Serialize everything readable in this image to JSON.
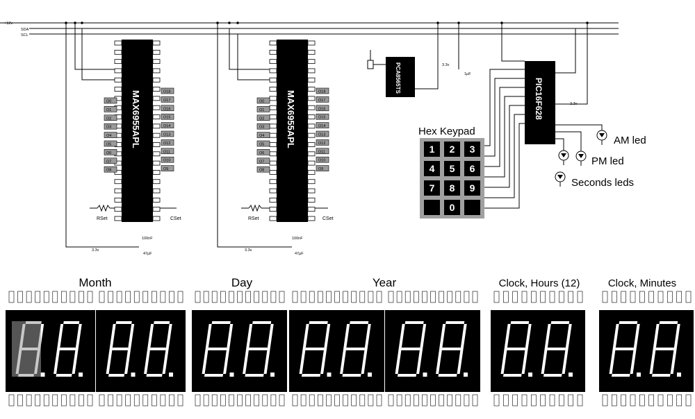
{
  "rails": {
    "v12": "+12v",
    "sda": "SDA",
    "scl": "SCL"
  },
  "chips": {
    "max_left": "MAX6955APL",
    "max_right": "MAX6955APL",
    "pca": "PCA8565TS",
    "pic": "PIC16F628"
  },
  "supply": {
    "v33": "3.3v",
    "cap_100nf": "100nF",
    "cap_47uf": "47µF",
    "cap_1uf": "1µF"
  },
  "components": {
    "rset": "RSet",
    "cset": "CSet"
  },
  "pin_labels": {
    "o_left": [
      "O18",
      "O17",
      "O16",
      "O15",
      "O14",
      "O13",
      "O12",
      "O11",
      "O10",
      "O9"
    ],
    "o_right": [
      "O18",
      "O17",
      "O16",
      "O15",
      "O14",
      "O13",
      "O12",
      "O11",
      "O10",
      "O9"
    ],
    "d_labels": [
      "O0",
      "O1",
      "O2",
      "O3",
      "O4",
      "O5",
      "O6",
      "O7",
      "O8"
    ]
  },
  "keypad": {
    "title": "Hex Keypad",
    "keys": [
      "1",
      "2",
      "3",
      "4",
      "5",
      "6",
      "7",
      "8",
      "9",
      "",
      "0",
      ""
    ]
  },
  "leds": {
    "am": "AM led",
    "pm": "PM led",
    "seconds": "Seconds leds"
  },
  "displays": {
    "month": "Month",
    "day": "Day",
    "year": "Year",
    "hours": "Clock, Hours (12)",
    "minutes": "Clock, Minutes"
  },
  "colors": {
    "chip": "#000000",
    "display_bg": "#000000",
    "segment_on": "#ffffff",
    "segment_dim": "#9a9a9a",
    "keypad_bg": "#a0a0a0",
    "pin_fill": "#9a9a9a"
  }
}
